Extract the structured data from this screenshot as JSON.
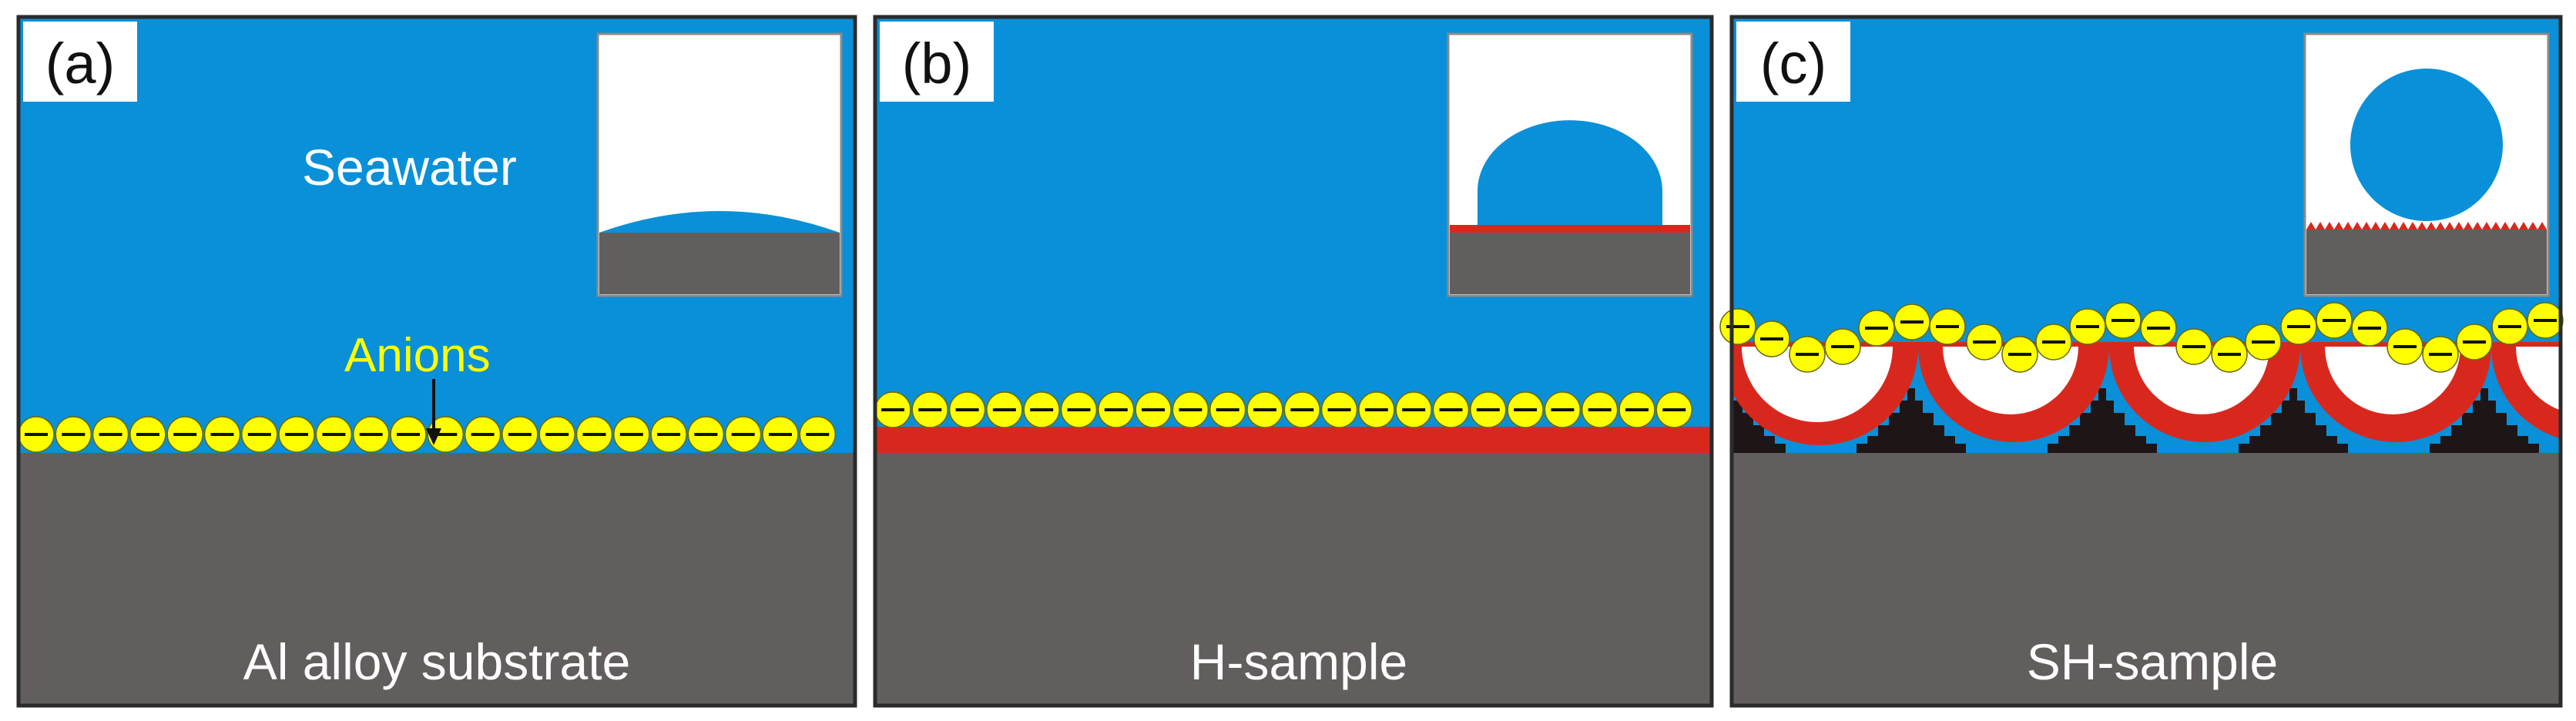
{
  "colors": {
    "seawater": "#0a90d8",
    "substrate": "#625e5e",
    "coating": "#d8281e",
    "anion": "#ffff00",
    "micro_texture": "#1e1616",
    "frame": "#2b2b2b",
    "inset_background": "#ffffff"
  },
  "panels": [
    {
      "letter": "(a)",
      "seawater_label": "Seawater",
      "anion_label": "Anions",
      "substrate_label": "Al alloy substrate",
      "wetting": "hydrophilic"
    },
    {
      "letter": "(b)",
      "substrate_label": "H-sample",
      "wetting": "hydrophobic"
    },
    {
      "letter": "(c)",
      "substrate_label": "SH-sample",
      "wetting": "superhydrophobic"
    }
  ],
  "anion_symbol": "minus-sign"
}
